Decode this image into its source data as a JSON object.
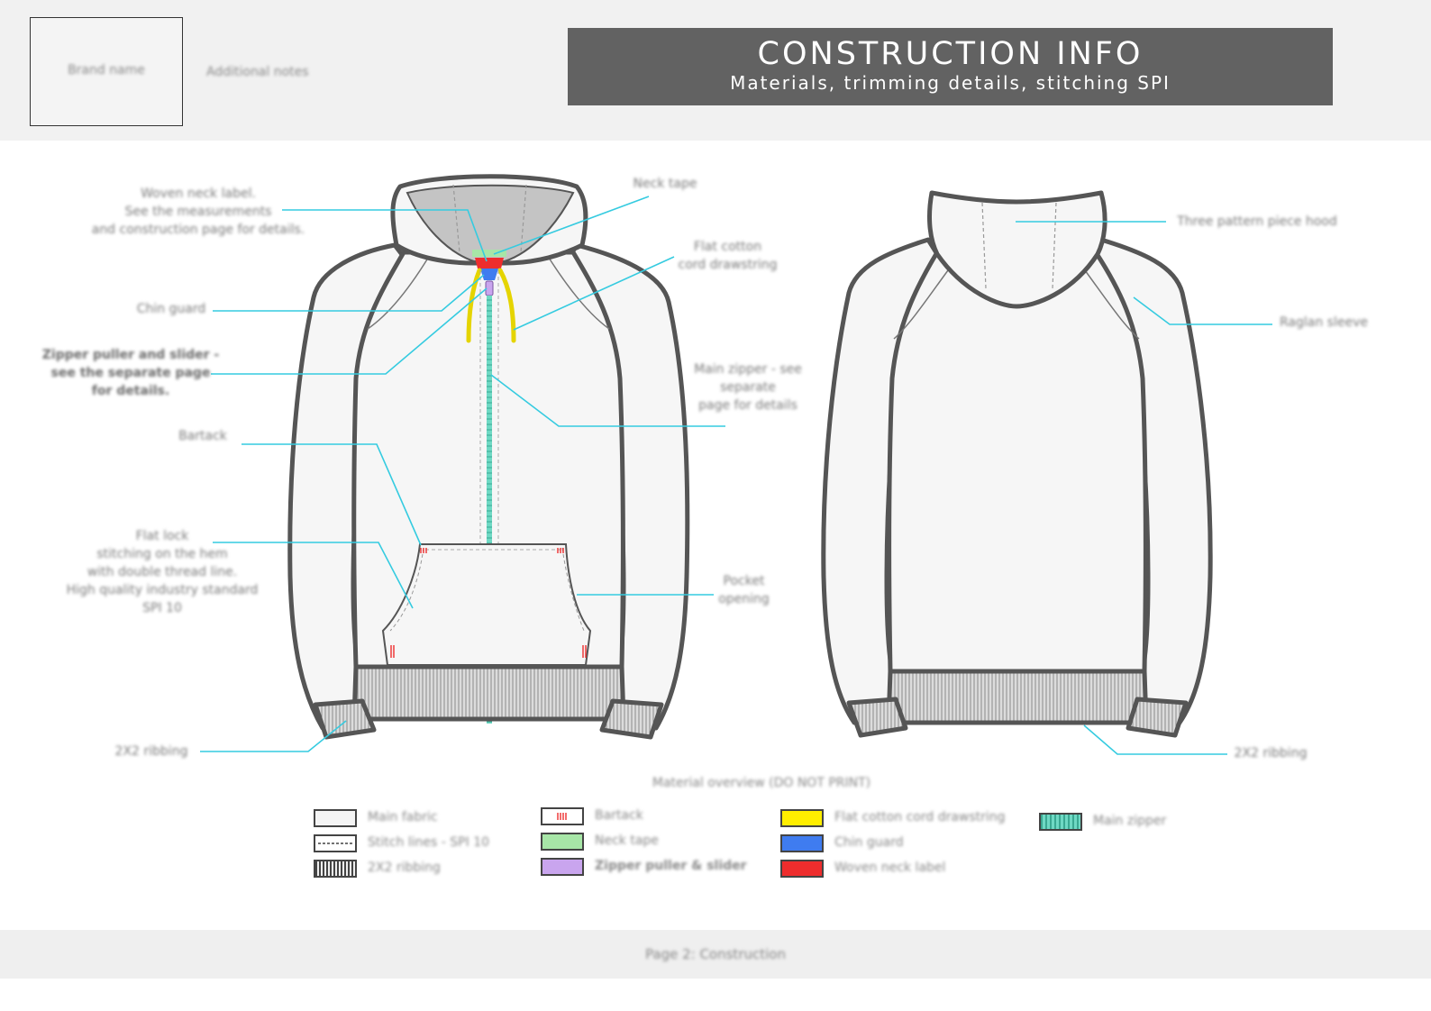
{
  "header": {
    "brand_name": "Brand name",
    "additional_notes": "Additional notes",
    "title": "CONSTRUCTION INFO",
    "subtitle": "Materials, trimming details, stitching SPI"
  },
  "callouts": {
    "neck_label": "Woven neck label.\nSee the measurements\nand construction page for details.",
    "neck_tape": "Neck tape",
    "drawstring": "Flat cotton\ncord drawstring",
    "chin_guard": "Chin guard",
    "zipper_puller": "Zipper puller and slider -\nsee the separate page\nfor details.",
    "main_zipper": "Main zipper - see\nseparate\npage for details",
    "bartack": "Bartack",
    "flat_lock": "Flat lock\nstitching on the hem\nwith double thread line.\nHigh quality industry standard\nSPI 10",
    "pocket_opening": "Pocket\nopening",
    "ribbing_front": "2X2 ribbing",
    "hood": "Three pattern piece hood",
    "raglan": "Raglan sleeve",
    "ribbing_back": "2X2 ribbing"
  },
  "legend": {
    "title": "Material overview (DO NOT PRINT)",
    "items": [
      {
        "label": "Main fabric",
        "color": "#f4f4f4"
      },
      {
        "label": "Stitch lines - SPI 10",
        "color": "#ffffff"
      },
      {
        "label": "2X2 ribbing",
        "color": "#cfcfcf"
      },
      {
        "label": "Bartack",
        "color": "#ffffff"
      },
      {
        "label": "Neck tape",
        "color": "#a7e6a7"
      },
      {
        "label": "Zipper puller & slider",
        "color": "#c9a5ee"
      },
      {
        "label": "Flat cotton cord drawstring",
        "color": "#ffee00"
      },
      {
        "label": "Chin guard",
        "color": "#3f7cf0"
      },
      {
        "label": "Woven neck label",
        "color": "#ee2d2d"
      },
      {
        "label": "Main zipper",
        "color": "#6fd9c4"
      }
    ]
  },
  "colors": {
    "callout_line": "#35cbe0",
    "garment_outline": "#555555",
    "hood_lining": "#c4c4c4"
  },
  "footer": {
    "page_label": "Page 2: Construction"
  }
}
